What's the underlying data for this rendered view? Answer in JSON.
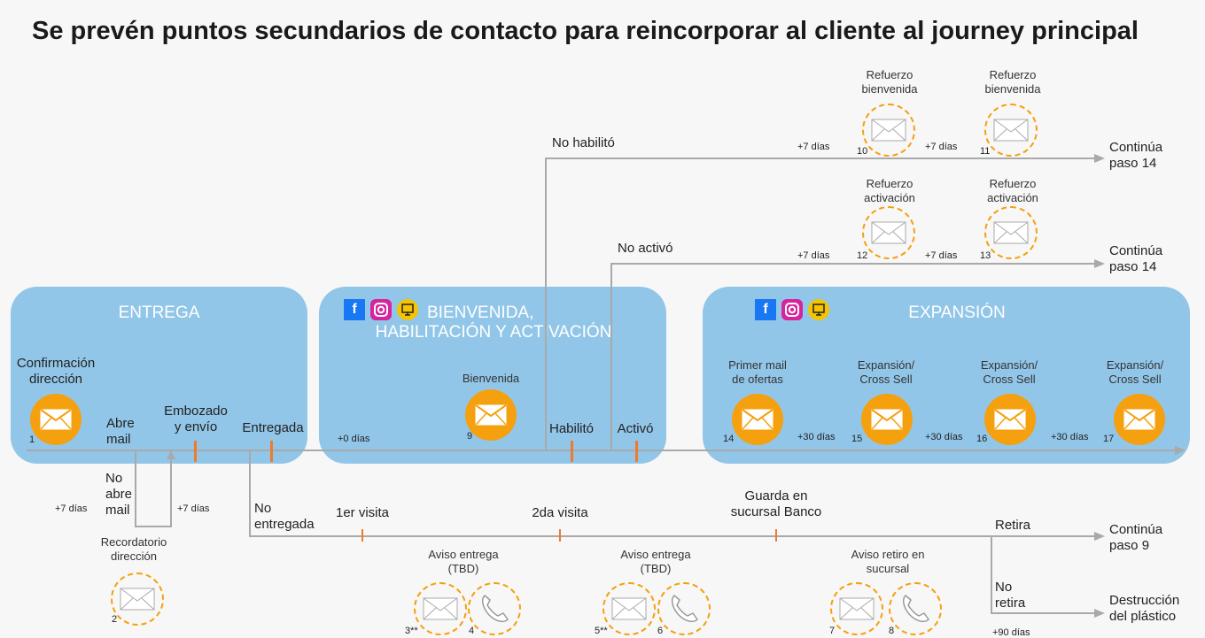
{
  "title": "Se prevén puntos secundarios de contacto para reincorporar al cliente al journey principal",
  "colors": {
    "stage": "#92c6e8",
    "accent": "#f07b2a",
    "mail_circle": "#f5a00e",
    "line": "#a9a9a9"
  },
  "stages": {
    "entrega": "ENTREGA",
    "bienvenida_1": "BIENVENIDA,",
    "bienvenida_2": "HABILITACIÓN Y ACTIVACIÓN",
    "expansion": "EXPANSIÓN"
  },
  "main": {
    "confirmacion": "Confirmación\ndirección",
    "abre_mail": "Abre\nmail",
    "embozado": "Embozado\ny envío",
    "entregada": "Entregada",
    "bienvenida": "Bienvenida",
    "habilito": "Habilitó",
    "activo": "Activó",
    "primer_mail": "Primer mail\nde ofertas",
    "cross_sell": "Expansión/\nCross Sell",
    "d0": "+0 días",
    "d30": "+30 días",
    "n1": "1",
    "n9": "9",
    "n14": "14",
    "n15": "15",
    "n16": "16",
    "n17": "17"
  },
  "branch_top": {
    "no_habilito": "No habilitó",
    "no_activo": "No activó",
    "refuerzo_bienvenida": "Refuerzo\nbienvenida",
    "refuerzo_activacion": "Refuerzo\nactivación",
    "d7": "+7 días",
    "continua_14": "Continúa\npaso 14",
    "n10": "10",
    "n11": "11",
    "n12": "12",
    "n13": "13"
  },
  "branch_left": {
    "no_abre": "No\nabre\nmail",
    "d7": "+7 días",
    "recordatorio": "Recordatorio\ndirección",
    "n2": "2"
  },
  "branch_bottom": {
    "no_entregada": "No\nentregada",
    "v1": "1er visita",
    "v2": "2da visita",
    "guarda": "Guarda en\nsucursal Banco",
    "retira": "Retira",
    "no_retira": "No\nretira",
    "d90": "+90 días",
    "continua_9": "Continúa\npaso 9",
    "destruccion": "Destrucción\ndel plástico",
    "aviso_entrega": "Aviso entrega\n(TBD)",
    "aviso_retiro": "Aviso retiro en\nsucursal",
    "n3": "3**",
    "n4": "4",
    "n5": "5**",
    "n6": "6",
    "n7": "7",
    "n8": "8"
  },
  "icons": {
    "mail": "envelope-icon",
    "phone": "phone-icon",
    "facebook": "facebook-icon",
    "instagram": "instagram-icon",
    "screen": "screen-icon",
    "facebook_glyph": "f"
  }
}
